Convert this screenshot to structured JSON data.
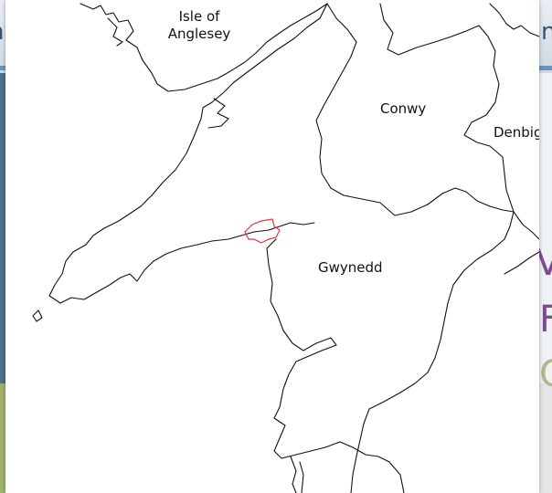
{
  "background_slide": {
    "fragment_top_left": "n",
    "fragment_top_right": "n",
    "fragment_right_1": "V",
    "fragment_right_2": "F",
    "fragment_right_3": "C"
  },
  "map": {
    "regions": [
      {
        "id": "anglesey",
        "label": "Isle of Anglesey"
      },
      {
        "id": "conwy",
        "label": "Conwy"
      },
      {
        "id": "denbighshire",
        "label": "Denbig"
      },
      {
        "id": "gwynedd",
        "label": "Gwynedd"
      }
    ],
    "colors": {
      "outline": "#111111",
      "highlight": "#e0363c",
      "land": "#ffffff"
    }
  }
}
